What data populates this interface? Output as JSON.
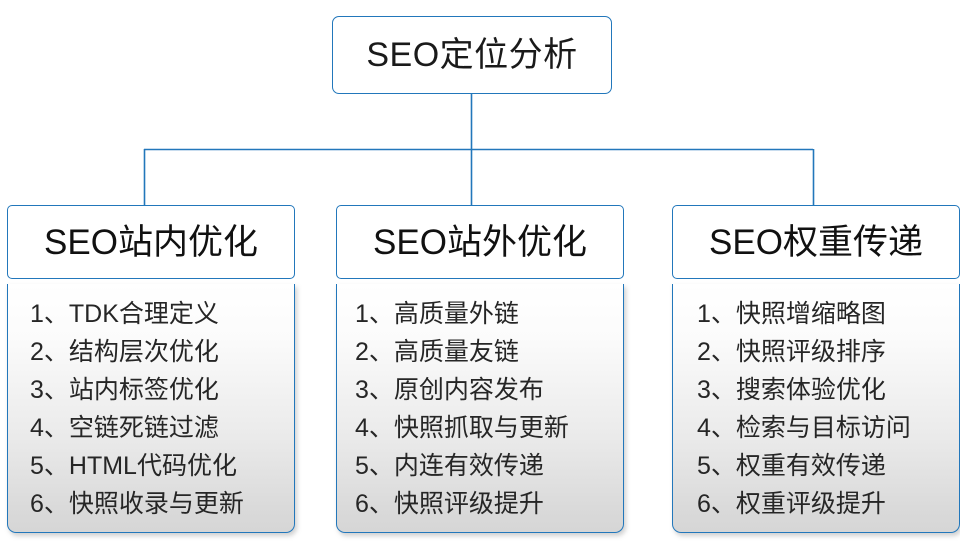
{
  "diagram": {
    "root": {
      "label": "SEO定位分析"
    },
    "accent_color": "#2277bb",
    "text_color": "#1a1a1a",
    "columns": [
      {
        "header": "SEO站内优化",
        "items": [
          "1、TDK合理定义",
          "2、结构层次优化",
          "3、站内标签优化",
          "4、空链死链过滤",
          "5、HTML代码优化",
          "6、快照收录与更新"
        ]
      },
      {
        "header": "SEO站外优化",
        "items": [
          "1、高质量外链",
          "2、高质量友链",
          "3、原创内容发布",
          "4、快照抓取与更新",
          "5、内连有效传递",
          "6、快照评级提升"
        ]
      },
      {
        "header": "SEO权重传递",
        "items": [
          "1、快照增缩略图",
          "2、快照评级排序",
          "3、搜索体验优化",
          "4、检索与目标访问",
          "5、权重有效传递",
          "6、权重评级提升"
        ]
      }
    ]
  }
}
